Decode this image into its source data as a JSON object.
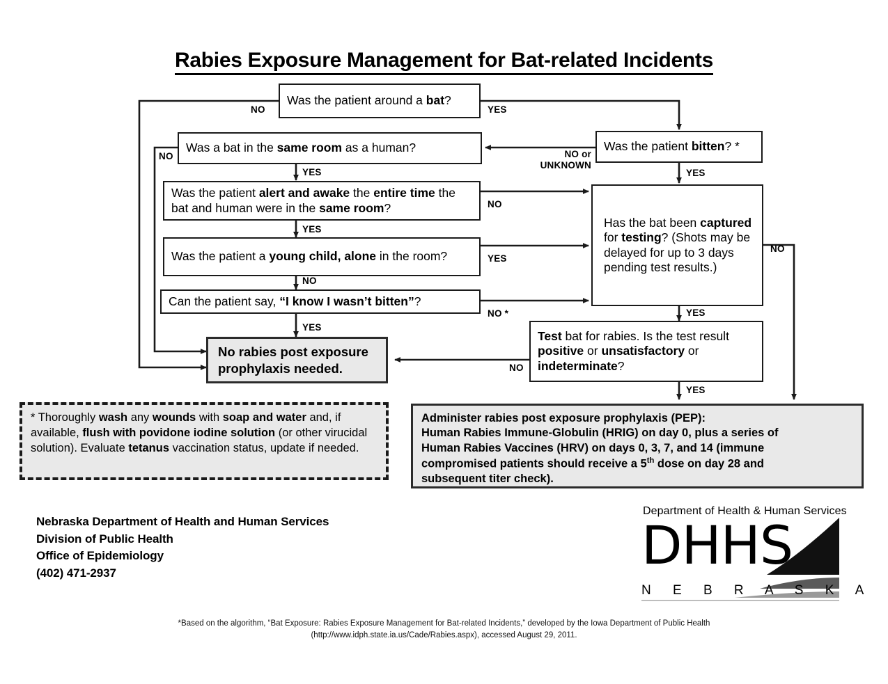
{
  "title": "Rabies Exposure Management for Bat-related Incidents",
  "nodes": {
    "q1": {
      "text_plain": "Was the patient around a bat?"
    },
    "q_bitten": {
      "text_plain": "Was the patient bitten? *"
    },
    "q_same_room": {
      "text_plain": "Was a bat in the same room as a human?"
    },
    "q_alert": {
      "text_plain": "Was the patient alert and awake the entire time the bat and human were in the same room?"
    },
    "q_child": {
      "text_plain": "Was the patient a young child, alone in the room?"
    },
    "q_say": {
      "text_plain": "Can the patient say, “I know I wasn’t bitten”?"
    },
    "q_captured": {
      "text_plain": "Has the bat been captured for testing? (Shots may be delayed for up to 3 days pending test results.)"
    },
    "q_test": {
      "text_plain": "Test bat for rabies. Is the test result positive or unsatisfactory or indeterminate?"
    },
    "outcome_no_pep": {
      "text_plain": "No rabies post exposure prophylaxis needed."
    }
  },
  "edge_labels": {
    "q1_no": "NO",
    "q1_yes": "YES",
    "bitten_no_unknown": "NO or\nUNKNOWN",
    "bitten_yes": "YES",
    "same_room_no": "NO",
    "same_room_yes": "YES",
    "alert_no": "NO",
    "alert_yes": "YES",
    "child_yes": "YES",
    "child_no": "NO",
    "say_no": "NO *",
    "say_yes": "YES",
    "captured_no": "NO",
    "captured_yes": "YES",
    "test_no": "NO",
    "test_yes": "YES"
  },
  "footnote": {
    "marker": "*",
    "text_plain": "* Thoroughly wash any wounds with soap and water and, if available, flush with povidone iodine solution (or other virucidal solution). Evaluate tetanus vaccination status, update if needed."
  },
  "pep": {
    "text_plain": "Administer rabies post exposure prophylaxis (PEP): Human Rabies Immune-Globulin (HRIG) on day 0, plus a series of Human Rabies Vaccines (HRV) on days 0, 3, 7, and 14 (immune compromised patients should receive a 5th dose on day 28 and subsequent titer check).",
    "line1": "Administer rabies post exposure prophylaxis (PEP):",
    "line2": "Human Rabies Immune-Globulin (HRIG) on day 0, plus a series of",
    "line3_a": "Human Rabies Vaccines (HRV) on days 0, 3, 7, and 14 (immune",
    "line4_a": "compromised patients should receive a 5",
    "line4_sup": "th",
    "line4_b": " dose on day 28 and",
    "line5": "subsequent titer check)."
  },
  "agency": {
    "line1": "Nebraska Department of Health and Human Services",
    "line2": "Division of Public Health",
    "line3": "Office of Epidemiology",
    "line4": "(402) 471-2937"
  },
  "logo": {
    "tagline": "Department of Health & Human Services",
    "wordmark": "DHHS",
    "state": "N E B R A S K A"
  },
  "citation": {
    "line1": "*Based on the algorithm, “Bat Exposure: Rabies Exposure Management for Bat-related Incidents,” developed by the Iowa Department of Public Health",
    "line2": "(http://www.idph.state.ia.us/Cade/Rabies.aspx), accessed August 29, 2011."
  },
  "colors": {
    "ink": "#1a1a1a",
    "box_fill": "#ffffff",
    "highlight_fill": "#e9e9e9",
    "page": "#ffffff"
  }
}
